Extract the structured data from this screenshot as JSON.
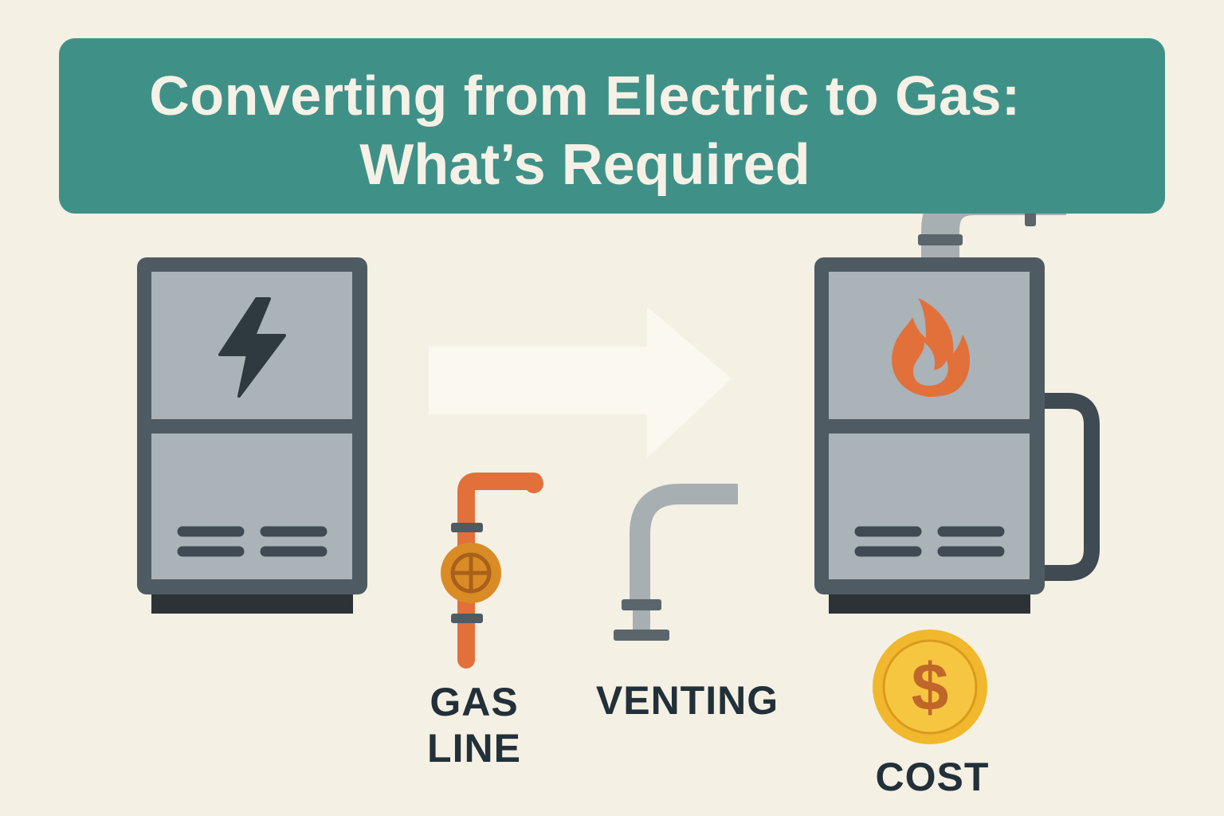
{
  "title": {
    "line1": "Converting from Electric to Gas:",
    "line2": "What’s Required"
  },
  "labels": {
    "gas_line": "GAS\nLINE",
    "venting": "VENTING",
    "cost": "COST"
  },
  "icons": {
    "electric_heater": "lightning-bolt-icon",
    "gas_heater": "flame-icon",
    "transition": "arrow-right-icon",
    "gas_pipe": "gas-pipe-valve-icon",
    "vent_pipe": "vent-pipe-icon",
    "cost": "dollar-coin-icon"
  },
  "colors": {
    "background": "#f5f0e4",
    "banner": "#3f9188",
    "heater_frame": "#4f5b63",
    "heater_panel": "#a9b3b8",
    "heater_base": "#2c3236",
    "flame": "#e2703a",
    "gas_pipe": "#e2703a",
    "valve": "#d98c25",
    "vent_pipe": "#a8afb3",
    "coin": "#f1b82d",
    "coin_symbol": "#c0662a",
    "text_dark": "#22303a"
  }
}
